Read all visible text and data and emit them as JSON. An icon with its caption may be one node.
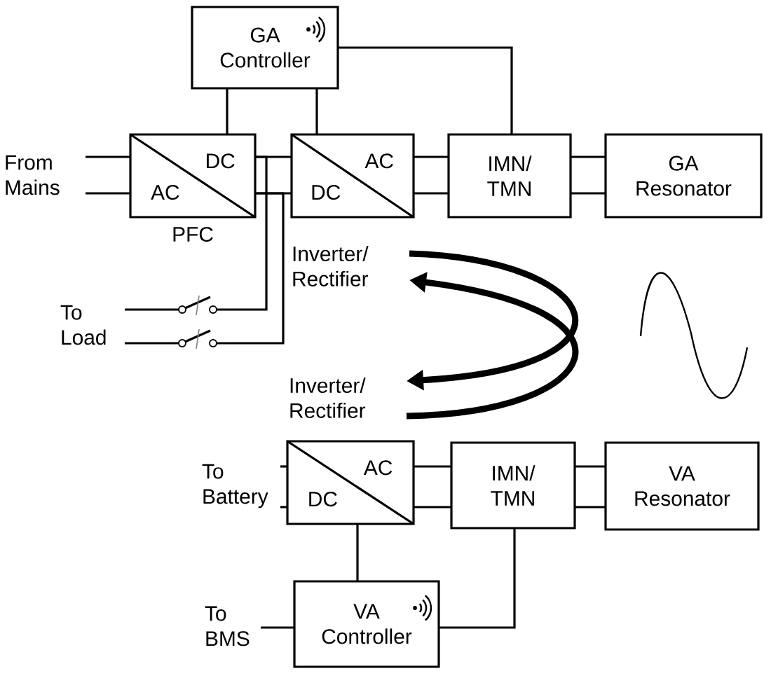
{
  "diagram": {
    "nodes": [
      {
        "text": [
          "GA Controller"
        ]
      },
      {
        "text": [
          "From Mains"
        ]
      },
      {
        "text": [
          "DC",
          "AC"
        ],
        "beside": [
          "PFC"
        ]
      },
      {
        "text": [
          "AC",
          "DC"
        ]
      },
      {
        "text": [
          "IMN/ TMN"
        ]
      },
      {
        "text": [
          "GA Resonator"
        ]
      },
      {
        "text": [
          "Inverter/ Rectifier"
        ]
      },
      {
        "text": [
          "To Load"
        ]
      },
      {
        "text": [
          "Inverter/ Rectifier"
        ]
      },
      {
        "text": [
          "To Battery"
        ]
      },
      {
        "text": [
          "AC",
          "DC"
        ]
      },
      {
        "text": [
          "IMN/ TMN"
        ]
      },
      {
        "text": [
          "VA Resonator"
        ]
      },
      {
        "text": [
          "To BMS"
        ]
      },
      {
        "text": [
          "VA Controller"
        ]
      },
      {
        "text": [],
        "shape": "switch"
      },
      {
        "text": [],
        "shape": "switch"
      }
    ],
    "edges": [
      {
        "from": 0,
        "to": 2,
        "arrow": "none"
      },
      {
        "from": 0,
        "to": 3,
        "arrow": "none"
      },
      {
        "from": 0,
        "to": 4,
        "arrow": "none"
      },
      {
        "from": 1,
        "to": 2,
        "arrow": "none"
      },
      {
        "from": 1,
        "to": 2,
        "arrow": "none"
      },
      {
        "from": 2,
        "to": 3,
        "arrow": "none"
      },
      {
        "from": 2,
        "to": 3,
        "arrow": "none"
      },
      {
        "from": 3,
        "to": 4,
        "arrow": "none"
      },
      {
        "from": 3,
        "to": 4,
        "arrow": "none"
      },
      {
        "from": 4,
        "to": 5,
        "arrow": "none"
      },
      {
        "from": 4,
        "to": 5,
        "arrow": "none"
      },
      {
        "from": 7,
        "to": 15,
        "arrow": "none"
      },
      {
        "from": 7,
        "to": 16,
        "arrow": "none"
      },
      {
        "from": 6,
        "to": 8,
        "arrow": "to",
        "style": "thick"
      },
      {
        "from": 8,
        "to": 6,
        "arrow": "to",
        "style": "thick"
      },
      {
        "from": 9,
        "to": 10,
        "arrow": "none"
      },
      {
        "from": 9,
        "to": 10,
        "arrow": "none"
      },
      {
        "from": 10,
        "to": 11,
        "arrow": "none"
      },
      {
        "from": 10,
        "to": 11,
        "arrow": "none"
      },
      {
        "from": 11,
        "to": 12,
        "arrow": "none"
      },
      {
        "from": 11,
        "to": 12,
        "arrow": "none"
      },
      {
        "from": 10,
        "to": 14,
        "arrow": "none"
      },
      {
        "from": 14,
        "to": 11,
        "arrow": "none"
      },
      {
        "from": 13,
        "to": 14,
        "arrow": "none"
      },
      {
        "from": 15,
        "to": 2,
        "arrow": "none"
      },
      {
        "from": 16,
        "to": 2,
        "arrow": "none"
      }
    ]
  }
}
